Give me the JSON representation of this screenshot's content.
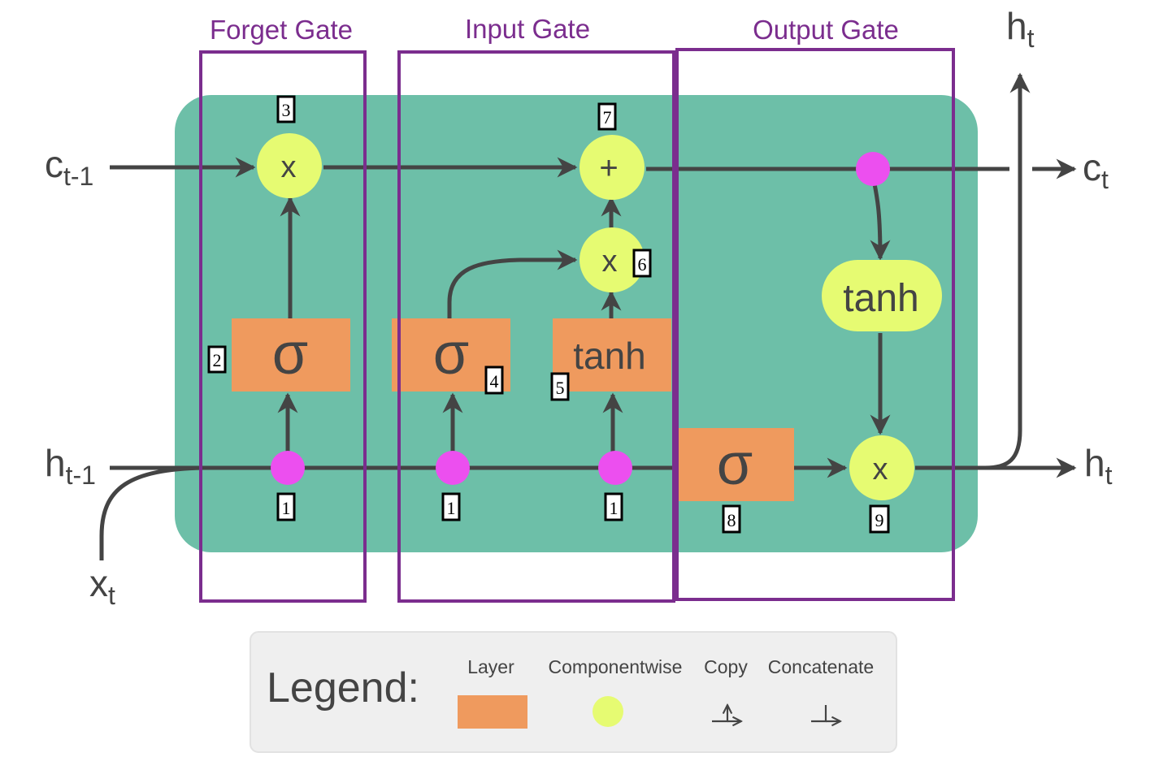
{
  "colors": {
    "cell": "#6dbfa8",
    "layer": "#ef9a5e",
    "componentwise": "#e6fb72",
    "copy_point": "#ec4fef",
    "gate_border": "#7b2d8e",
    "line": "#444444",
    "legend_bg": "#efefef"
  },
  "gates": {
    "forget": "Forget Gate",
    "input": "Input Gate",
    "output": "Output Gate"
  },
  "labels": {
    "c_prev": "c",
    "c_prev_sub": "t-1",
    "h_prev": "h",
    "h_prev_sub": "t-1",
    "x": "x",
    "x_sub": "t",
    "c_out": "c",
    "c_out_sub": "t",
    "h_out": "h",
    "h_out_sub": "t",
    "h_top": "h",
    "h_top_sub": "t"
  },
  "ops": {
    "sigma": "σ",
    "tanh": "tanh",
    "multiply": "x",
    "add": "+"
  },
  "steps": {
    "copy_1a": "1",
    "copy_1b": "1",
    "copy_1c": "1",
    "forget_sigma": "2",
    "forget_mult": "3",
    "input_sigma": "4",
    "input_tanh": "5",
    "input_mult": "6",
    "add": "7",
    "output_sigma": "8",
    "output_mult": "9"
  },
  "legend": {
    "title": "Legend:",
    "layer": "Layer",
    "componentwise": "Componentwise",
    "copy": "Copy",
    "concatenate": "Concatenate",
    "copy_icon": "copy-arrow-icon",
    "concatenate_icon": "concatenate-arrow-icon"
  }
}
